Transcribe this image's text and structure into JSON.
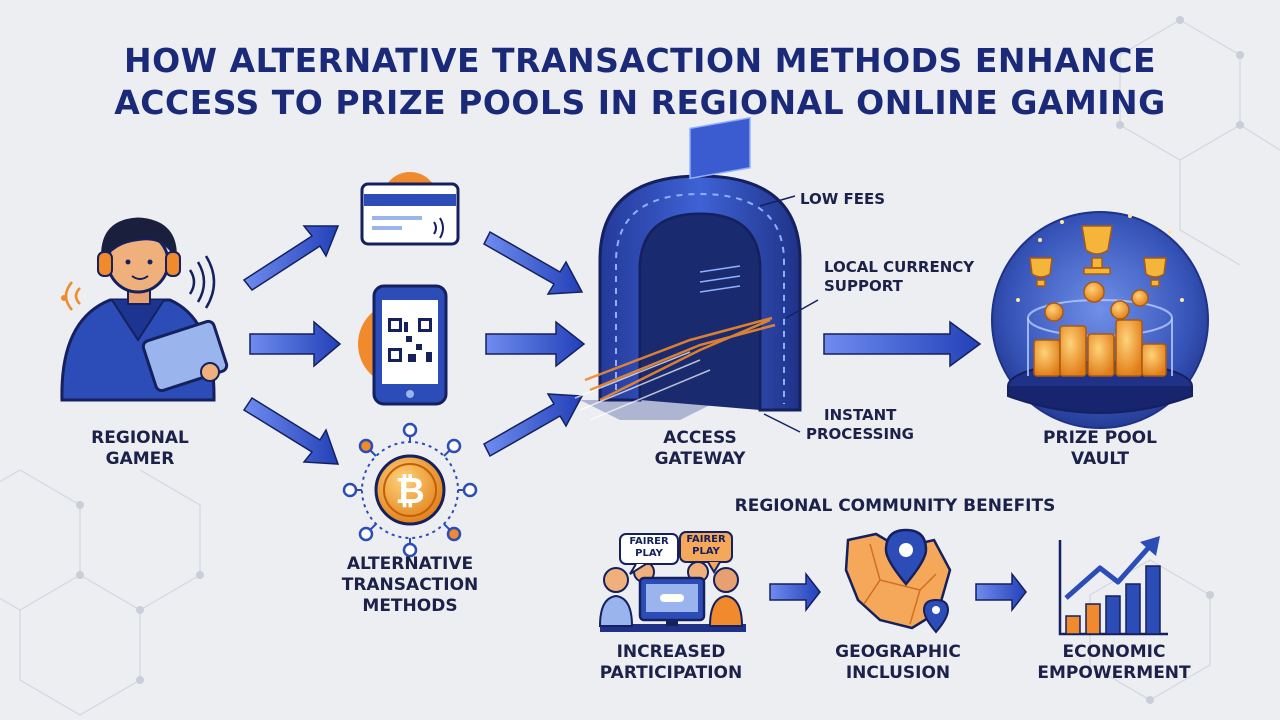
{
  "title": {
    "line1": "HOW ALTERNATIVE TRANSACTION METHODS ENHANCE",
    "line2": "ACCESS TO PRIZE POOLS IN REGIONAL ONLINE GAMING"
  },
  "nodes": {
    "gamer": {
      "line1": "REGIONAL",
      "line2": "GAMER"
    },
    "methods": {
      "line1": "ALTERNATIVE",
      "line2": "TRANSACTION",
      "line3": "METHODS"
    },
    "gateway": {
      "line1": "ACCESS",
      "line2": "GATEWAY"
    },
    "vault": {
      "line1": "PRIZE POOL",
      "line2": "VAULT"
    }
  },
  "gateway_features": {
    "low_fees": "LOW FEES",
    "local_currency_line1": "LOCAL CURRENCY",
    "local_currency_line2": "SUPPORT",
    "instant_line1": "INSTANT",
    "instant_line2": "PROCESSING"
  },
  "benefits": {
    "section_title": "REGIONAL COMMUNITY BENEFITS",
    "bubble1": "FAIRER PLAY",
    "bubble2": "FAIRER PLAY",
    "participation": {
      "line1": "INCREASED",
      "line2": "PARTICIPATION"
    },
    "inclusion": {
      "line1": "GEOGRAPHIC",
      "line2": "INCLUSION"
    },
    "empowerment": {
      "line1": "ECONOMIC",
      "line2": "EMPOWERMENT"
    }
  },
  "colors": {
    "navy": "#1a2a78",
    "blue": "#2e4fc7",
    "orange": "#f08a2c",
    "background": "#eceef2"
  }
}
